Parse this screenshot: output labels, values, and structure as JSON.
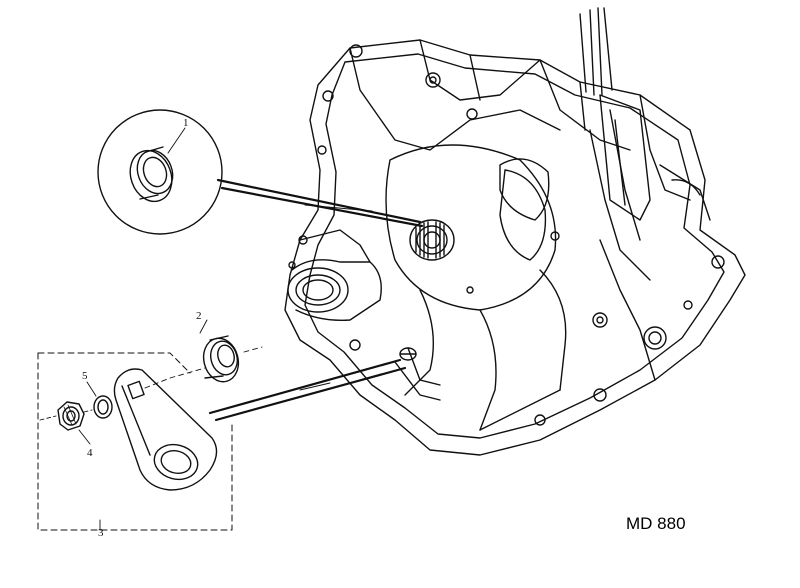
{
  "callouts": {
    "part_1": "1",
    "part_2": "2",
    "part_3": "3",
    "part_4": "4",
    "part_5": "5"
  },
  "drawing_ref": "MD 880",
  "colors": {
    "ink": "#111111",
    "paper": "#ffffff"
  }
}
